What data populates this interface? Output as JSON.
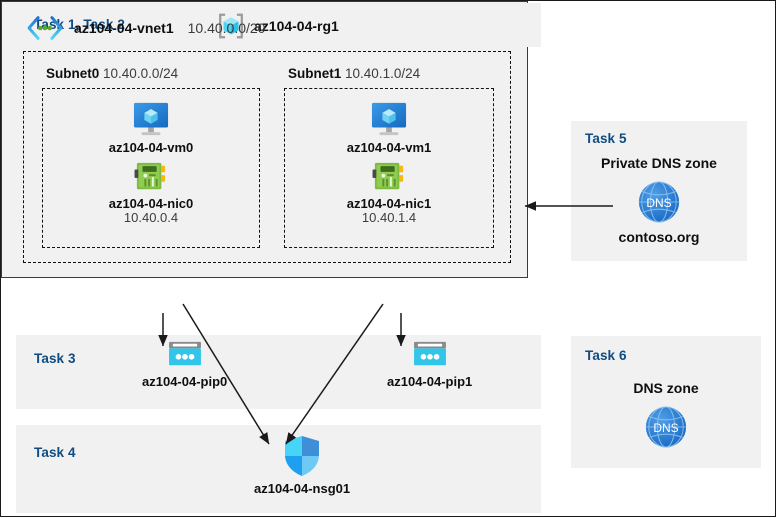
{
  "resource_group": {
    "task_label": "Task 1, Task 2",
    "name": "az104-04-rg1",
    "icon": "resource-group-cube-icon"
  },
  "vnet": {
    "name": "az104-04-vnet1",
    "cidr": "10.40.0.0/20",
    "icon": "virtual-network-brackets-icon"
  },
  "subnets": [
    {
      "name": "Subnet0",
      "cidr": "10.40.0.0/24",
      "vm": {
        "name": "az104-04-vm0",
        "icon": "virtual-machine-icon"
      },
      "nic": {
        "name": "az104-04-nic0",
        "ip": "10.40.0.4",
        "icon": "network-interface-card-icon"
      }
    },
    {
      "name": "Subnet1",
      "cidr": "10.40.1.0/24",
      "vm": {
        "name": "az104-04-vm1",
        "icon": "virtual-machine-icon"
      },
      "nic": {
        "name": "az104-04-nic1",
        "ip": "10.40.1.4",
        "icon": "network-interface-card-icon"
      }
    }
  ],
  "task3": {
    "task_label": "Task 3",
    "public_ips": [
      {
        "name": "az104-04-pip0",
        "icon": "public-ip-address-icon"
      },
      {
        "name": "az104-04-pip1",
        "icon": "public-ip-address-icon"
      }
    ]
  },
  "task4": {
    "task_label": "Task 4",
    "nsg": {
      "name": "az104-04-nsg01",
      "icon": "network-security-group-shield-icon"
    }
  },
  "task5": {
    "task_label": "Task 5",
    "heading": "Private DNS zone",
    "zone_name": "contoso.org",
    "icon": "dns-zone-globe-icon",
    "icon_text": "DNS"
  },
  "task6": {
    "task_label": "Task 6",
    "heading": "DNS zone",
    "icon": "dns-zone-globe-icon",
    "icon_text": "DNS"
  },
  "colors": {
    "task_label": "#0f4c81",
    "panel_bg": "#f1f1f1",
    "page_bg": "#ffffff",
    "vm_blue": "#2a7fd4",
    "nic_green": "#7ab648",
    "pip_cyan": "#32c5ea",
    "nsg_blue": "#32bdf2",
    "dns_blue": "#2a7fd4",
    "arrow": "#1a1a1a"
  }
}
